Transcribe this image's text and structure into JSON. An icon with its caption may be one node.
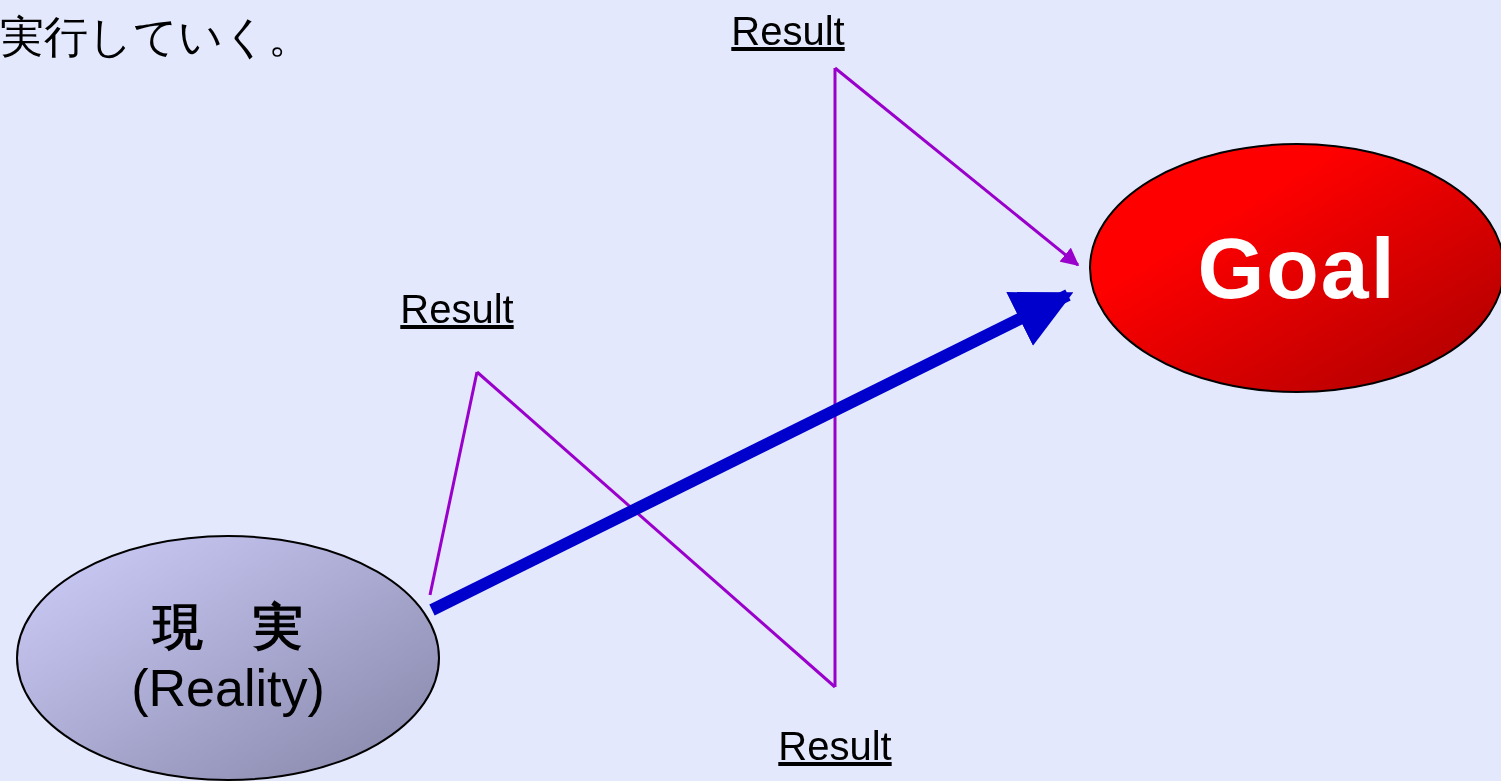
{
  "diagram": {
    "nodes": [
      {
        "text": [
          "現　実",
          "(Reality)"
        ]
      },
      {
        "text": [
          "Goal"
        ]
      },
      {
        "text": [
          "Result"
        ]
      },
      {
        "text": [
          "Result"
        ]
      },
      {
        "text": [
          "Result"
        ]
      }
    ],
    "edges": [
      {
        "from": 0,
        "to": 2,
        "arrow": "none"
      },
      {
        "from": 2,
        "to": 3,
        "arrow": "none"
      },
      {
        "from": 3,
        "to": 4,
        "arrow": "none"
      },
      {
        "from": 4,
        "to": 1,
        "arrow": "to"
      },
      {
        "from": 0,
        "to": 1,
        "arrow": "to",
        "style": "thick",
        "color": "#0000cc"
      }
    ],
    "labels": [
      "実行していく。"
    ]
  }
}
